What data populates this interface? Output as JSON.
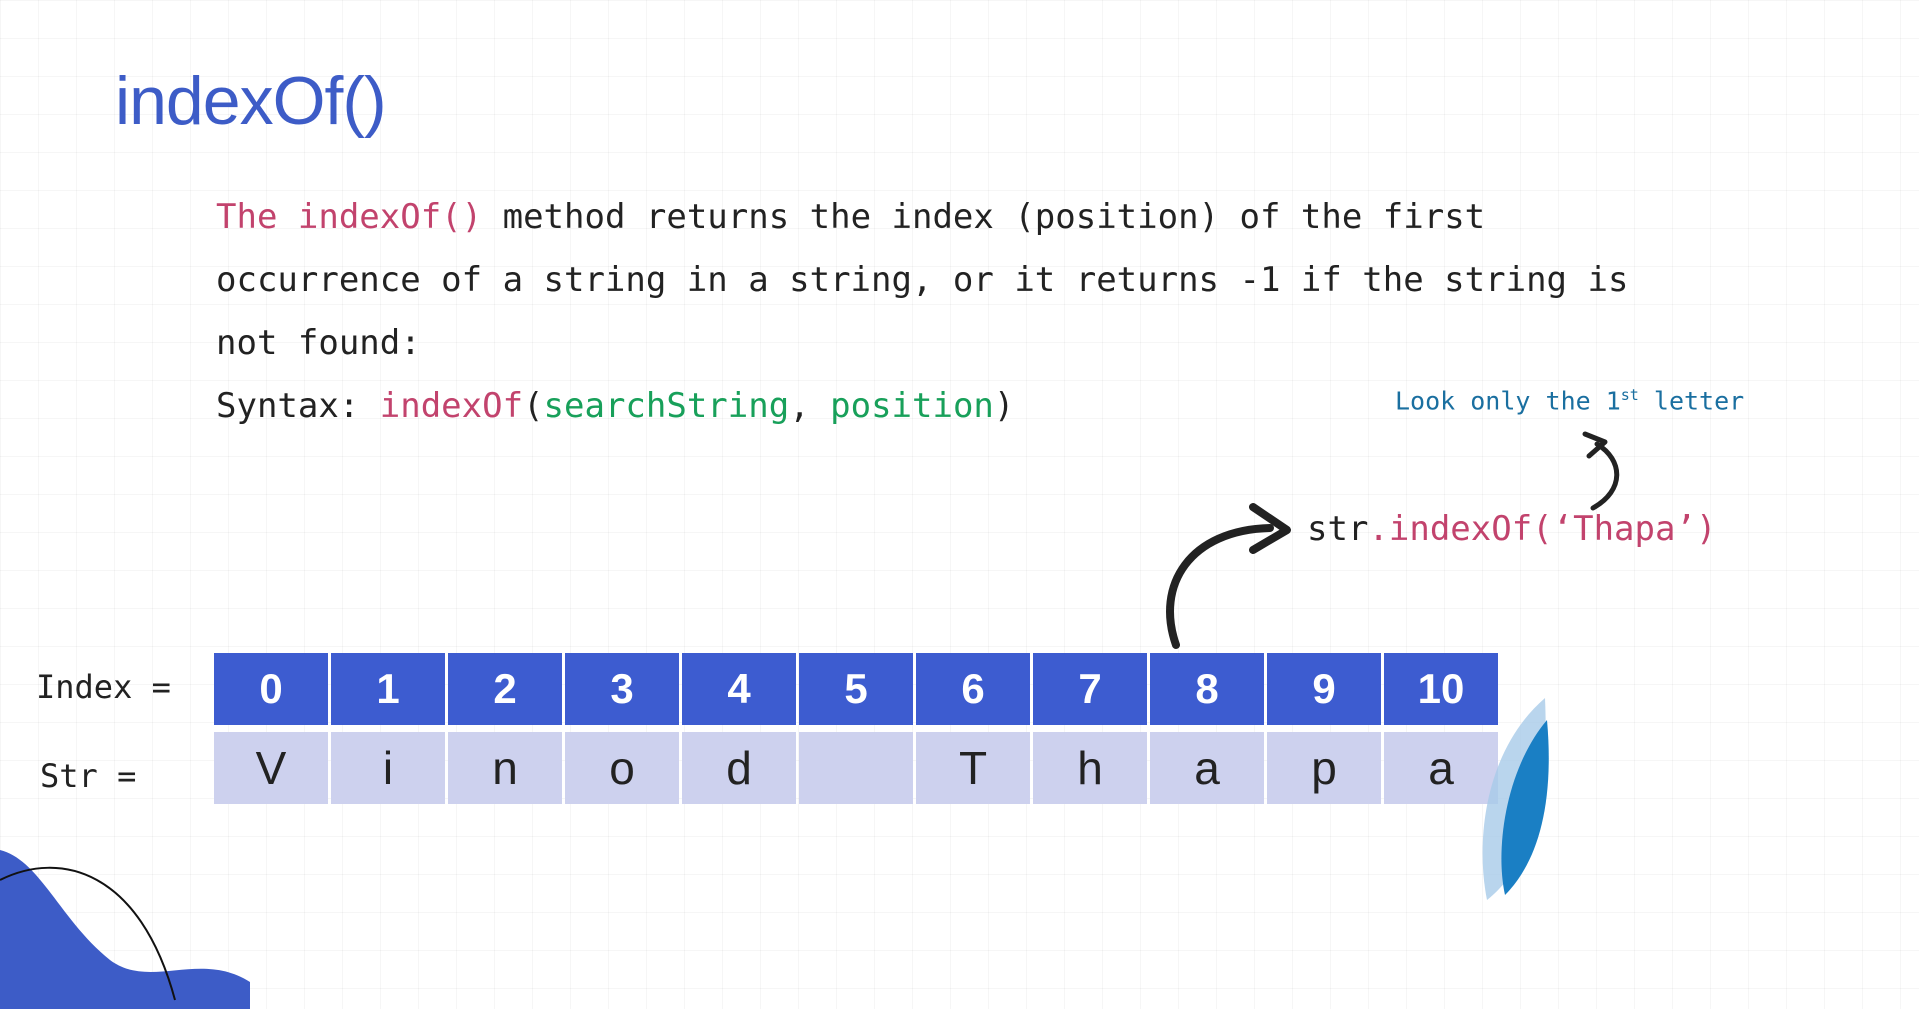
{
  "title": "indexOf()",
  "description": {
    "line1_prefix": "The ",
    "line1_method": "indexOf()",
    "line1_rest": " method returns the index (position) of the first",
    "line2": "occurrence of a string in a string, or it returns -1 if the string is",
    "line3": "not found:",
    "syntax_label": "Syntax: ",
    "syntax_fn": "indexOf",
    "syntax_open": "(",
    "syntax_param1": "searchString",
    "syntax_comma": ", ",
    "syntax_param2": "position",
    "syntax_close": ")"
  },
  "note": {
    "text_before": "Look only the 1",
    "superscript": "st",
    "text_after": " letter"
  },
  "code_example": {
    "object": "str",
    "call": ".indexOf(‘Thapa’)"
  },
  "index_label": "Index =",
  "str_label": "Str =",
  "indices": [
    "0",
    "1",
    "2",
    "3",
    "4",
    "5",
    "6",
    "7",
    "8",
    "9",
    "10"
  ],
  "characters": [
    "V",
    "i",
    "n",
    "o",
    "d",
    "",
    "T",
    "h",
    "a",
    "p",
    "a"
  ],
  "colors": {
    "title": "#3d5cc7",
    "index_cell": "#3d5cd0",
    "str_cell": "#cdd1ee",
    "method_pink": "#c2436d",
    "param_green": "#18a05a",
    "note_blue": "#1a6fa0"
  }
}
